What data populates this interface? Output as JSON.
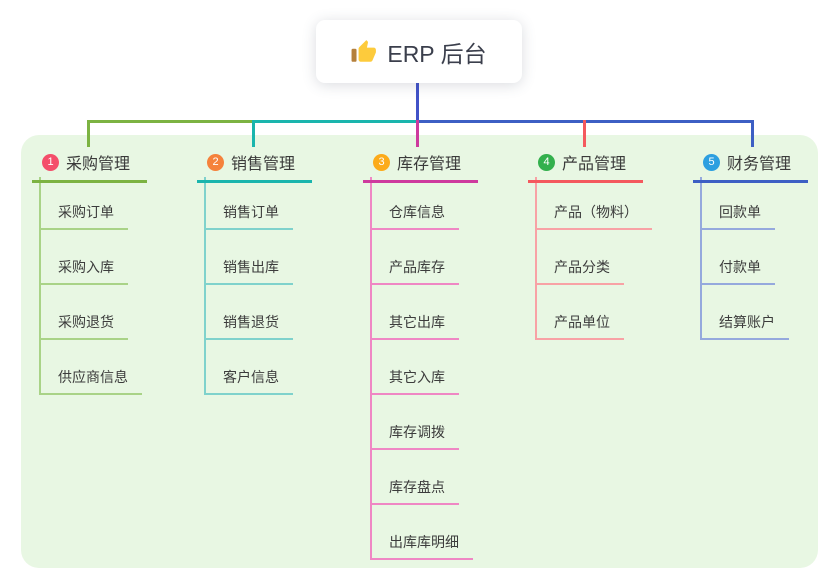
{
  "root": {
    "icon": "thumbs-up-icon",
    "title": "ERP 后台"
  },
  "colors": {
    "panel_bg": "#e8f7e3",
    "root_line": "#4152c8",
    "title_text": "#3b3f4c",
    "node_text": "#3a3a3a"
  },
  "branches": [
    {
      "num": "1",
      "label": "采购管理",
      "badge_color": "#f44e6a",
      "line_color": "#7cb342",
      "child_line_color": "#a9d387",
      "children": [
        "采购订单",
        "采购入库",
        "采购退货",
        "供应商信息"
      ]
    },
    {
      "num": "2",
      "label": "销售管理",
      "badge_color": "#f5823c",
      "line_color": "#1ab5ad",
      "child_line_color": "#7fd2cc",
      "children": [
        "销售订单",
        "销售出库",
        "销售退货",
        "客户信息"
      ]
    },
    {
      "num": "3",
      "label": "库存管理",
      "badge_color": "#fcab1a",
      "line_color": "#ce3a9e",
      "child_line_color": "#ef87c4",
      "children": [
        "仓库信息",
        "产品库存",
        "其它出库",
        "其它入库",
        "库存调拨",
        "库存盘点",
        "出库库明细"
      ]
    },
    {
      "num": "4",
      "label": "产品管理",
      "badge_color": "#33b04d",
      "line_color": "#f4595e",
      "child_line_color": "#f8a2a5",
      "children": [
        "产品（物料）",
        "产品分类",
        "产品单位"
      ]
    },
    {
      "num": "5",
      "label": "财务管理",
      "badge_color": "#2d9fe0",
      "line_color": "#3d5fc4",
      "child_line_color": "#95a9dd",
      "children": [
        "回款单",
        "付款单",
        "结算账户"
      ]
    }
  ]
}
